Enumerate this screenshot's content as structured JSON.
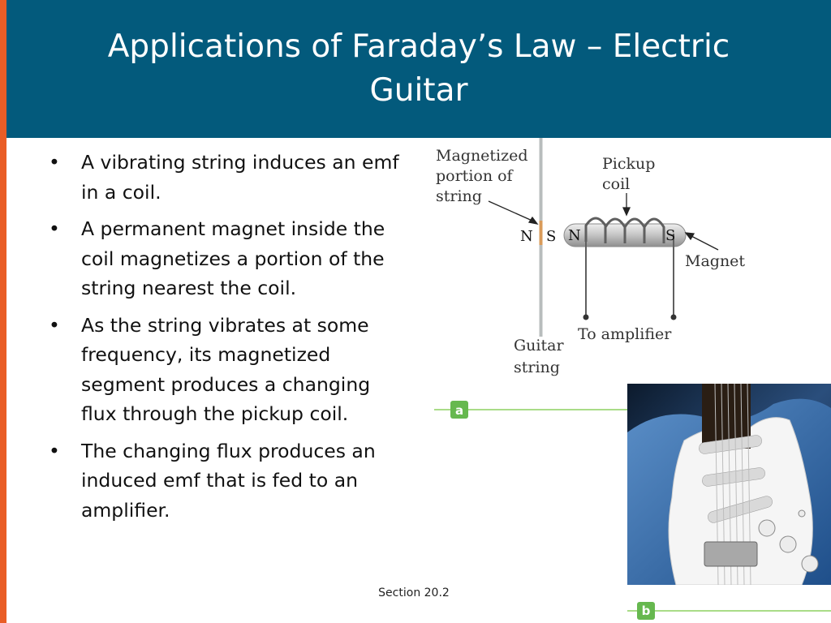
{
  "slide": {
    "title": "Applications of Faraday’s Law – Electric Guitar",
    "footer": "Section 20.2",
    "accent_color": "#035a7c",
    "stripe_color": "#e95d26"
  },
  "bullets": [
    "A vibrating string induces an emf in a coil.",
    "A permanent magnet inside the coil magnetizes a portion of the string nearest the coil.",
    "As the string vibrates at some frequency, its magnetized segment produces a changing flux through the pickup coil.",
    "The changing flux produces an induced emf that is fed to an amplifier."
  ],
  "figure_a": {
    "badge": "a",
    "label_magnetized_1": "Magnetized",
    "label_magnetized_2": "portion of",
    "label_magnetized_3": "string",
    "label_pickup_1": "Pickup",
    "label_pickup_2": "coil",
    "label_magnet": "Magnet",
    "label_amplifier": "To amplifier",
    "label_guitar_1": "Guitar",
    "label_guitar_2": "string",
    "pole_string_n": "N",
    "pole_string_s": "S",
    "pole_magnet_n": "N",
    "pole_magnet_s": "S"
  },
  "figure_b": {
    "badge": "b"
  }
}
